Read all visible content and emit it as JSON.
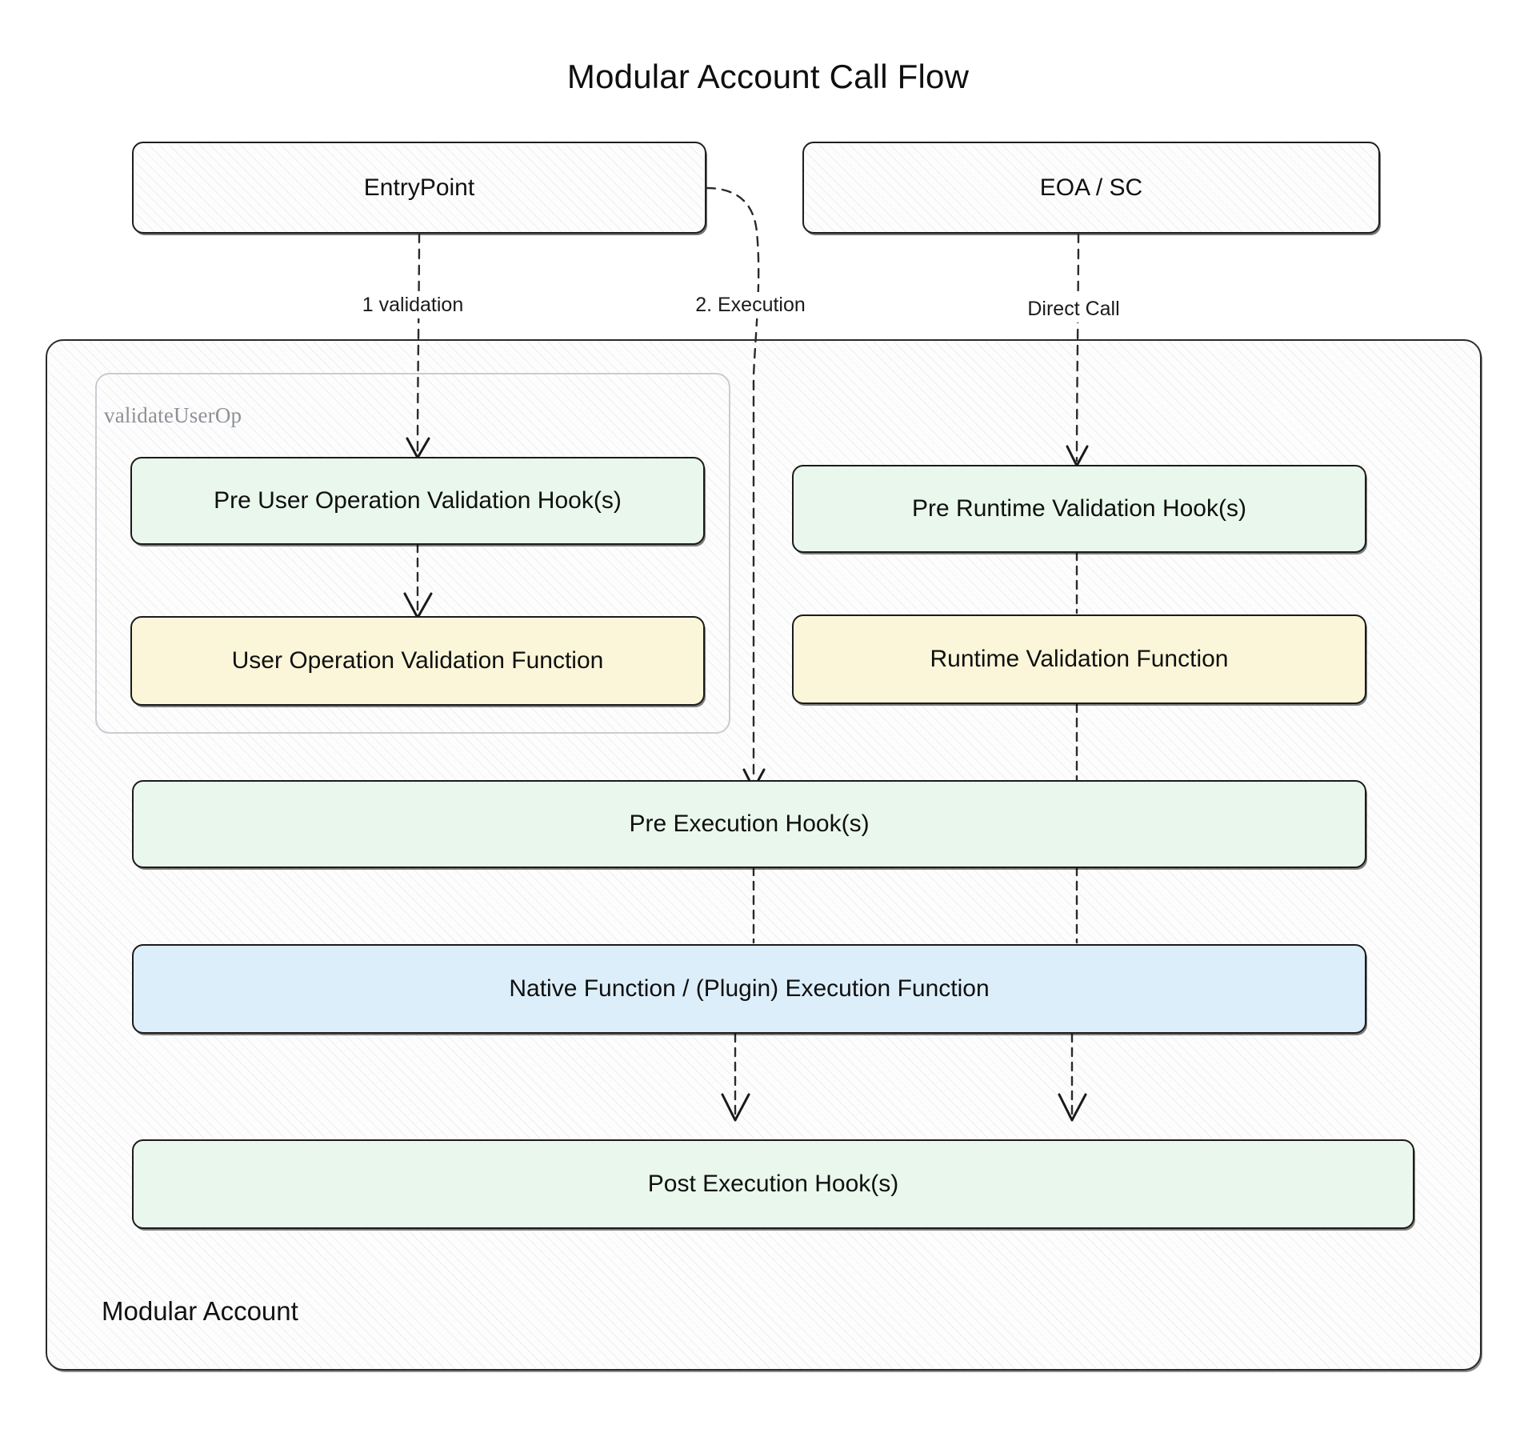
{
  "diagram": {
    "title": "Modular Account Call Flow",
    "type": "flowchart",
    "direction": "top-down",
    "theme": "hand-drawn-sketch",
    "background": "#ffffff",
    "colors": {
      "hook_green": "#e9f7ec",
      "validation_yellow": "#fbf6d9",
      "execution_blue": "#ddeefb",
      "container_hatch": "#fdfdfd",
      "node_border": "#1b1b1b",
      "subgraph_border": "#c9ccd1",
      "subgraph_label": "#8d9196",
      "edge_stroke": "#2b2b2b",
      "text": "#101010"
    }
  },
  "external_nodes": [
    {
      "id": "entrypoint",
      "label": "EntryPoint",
      "style": "hatched"
    },
    {
      "id": "eoa_sc",
      "label": "EOA / SC",
      "style": "hatched"
    }
  ],
  "containers": {
    "modular_account": {
      "id": "modular_account",
      "label": "Modular Account",
      "style": "hatched"
    },
    "validate_userop": {
      "id": "validate_userop",
      "label": "validateUserOp",
      "style": "hatched-subgraph"
    }
  },
  "nodes": [
    {
      "id": "pre_user_op_validation_hook",
      "label": "Pre User Operation Validation Hook(s)",
      "color": "green"
    },
    {
      "id": "user_op_validation_function",
      "label": "User Operation Validation Function",
      "color": "yellow"
    },
    {
      "id": "pre_runtime_validation_hook",
      "label": "Pre Runtime Validation Hook(s)",
      "color": "green"
    },
    {
      "id": "runtime_validation_function",
      "label": "Runtime Validation Function",
      "color": "yellow"
    },
    {
      "id": "pre_execution_hook",
      "label": "Pre Execution Hook(s)",
      "color": "green"
    },
    {
      "id": "native_function",
      "label": "Native Function  /  (Plugin) Execution Function",
      "color": "blue"
    },
    {
      "id": "post_execution_hook",
      "label": "Post Execution Hook(s)",
      "color": "green"
    }
  ],
  "edges": [
    {
      "from": "entrypoint",
      "to": "pre_user_op_validation_hook",
      "label": "1 validation"
    },
    {
      "from": "entrypoint",
      "to": "pre_execution_hook",
      "label": "2. Execution"
    },
    {
      "from": "eoa_sc",
      "to": "pre_runtime_validation_hook",
      "label": "Direct Call"
    },
    {
      "from": "pre_user_op_validation_hook",
      "to": "user_op_validation_function",
      "label": ""
    },
    {
      "from": "pre_runtime_validation_hook",
      "to": "runtime_validation_function",
      "label": ""
    },
    {
      "from": "pre_execution_hook",
      "to": "native_function",
      "label": ""
    },
    {
      "from": "native_function",
      "to": "post_execution_hook",
      "label": ""
    }
  ],
  "edge_labels": {
    "validation": "1 validation",
    "execution": "2. Execution",
    "direct_call": "Direct Call"
  }
}
